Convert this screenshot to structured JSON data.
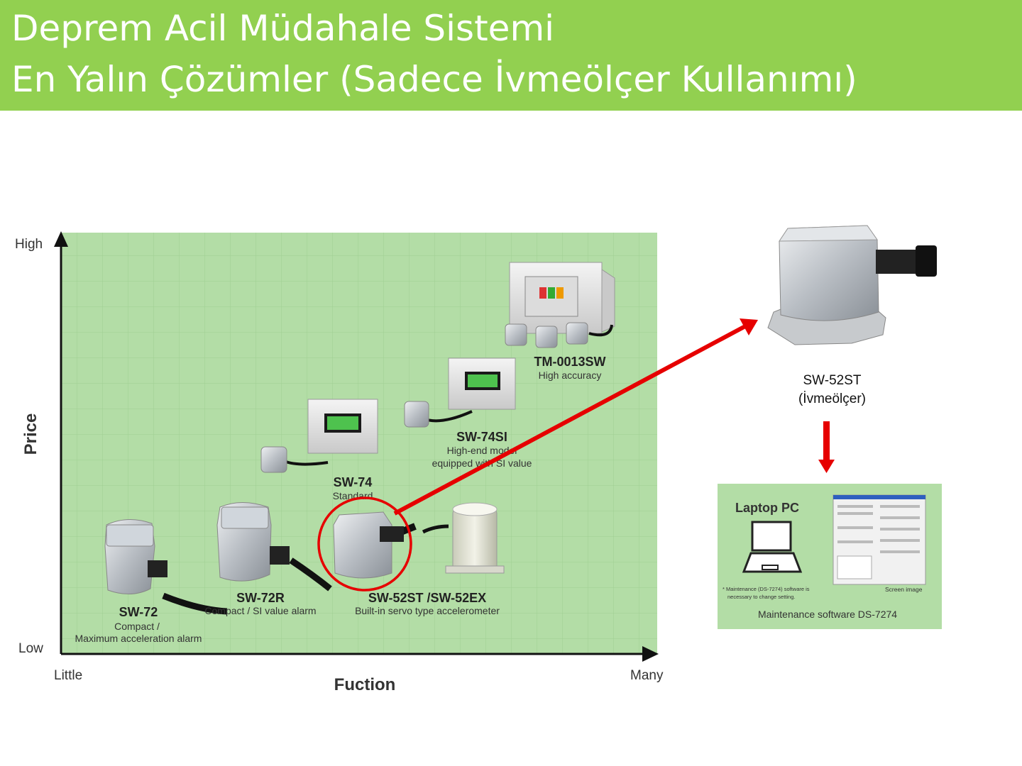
{
  "header": {
    "title_line1": "Deprem Acil Müdahale Sistemi",
    "title_line2": "En Yalın Çözümler (Sadece İvmeölçer Kullanımı)"
  },
  "colors": {
    "header_bg": "#92d050",
    "chart_bg": "#b3dda6",
    "arrow": "#e60000"
  },
  "chart": {
    "y_axis_label": "Price",
    "y_high": "High",
    "y_low": "Low",
    "x_axis_label": "Fuction",
    "x_little": "Little",
    "x_many": "Many",
    "products": [
      {
        "name": "SW-72",
        "desc": [
          "Compact /",
          "Maximum acceleration alarm"
        ]
      },
      {
        "name": "SW-72R",
        "desc": [
          "Compact / SI value alarm"
        ]
      },
      {
        "name": "SW-52ST /SW-52EX",
        "desc": [
          "Built-in servo type accelerometer"
        ]
      },
      {
        "name": "SW-74",
        "desc": [
          "Standard"
        ]
      },
      {
        "name": "SW-74SI",
        "desc": [
          "High-end model",
          "equipped with SI value"
        ]
      },
      {
        "name": "TM-0013SW",
        "desc": [
          "High accuracy"
        ]
      }
    ]
  },
  "accelerometer": {
    "name": "SW-52ST",
    "label": "(İvmeölçer)"
  },
  "laptop_panel": {
    "title": "Laptop PC",
    "note_line1": "* Maintenance (DS-7274) software is",
    "note_line2": "necessary to change setting.",
    "screen_label": "Screen image",
    "caption": "Maintenance software DS-7274"
  }
}
